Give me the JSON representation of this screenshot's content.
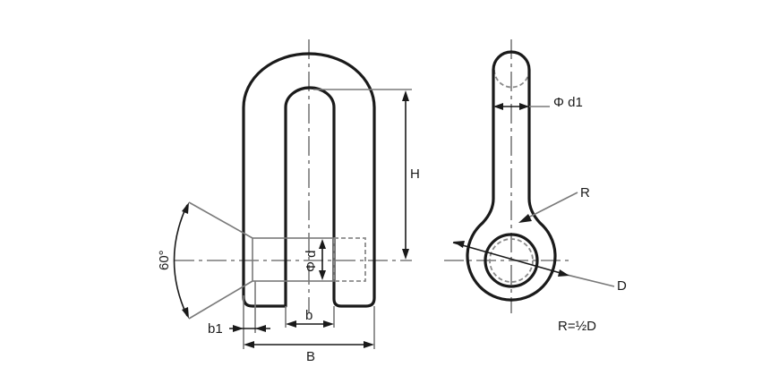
{
  "labels": {
    "H": "H",
    "phi_d": "Φ d",
    "phi_d1": "Φ d1",
    "b": "b",
    "b1": "b1",
    "B": "B",
    "angle": "60°",
    "R": "R",
    "D": "D",
    "formula": "R=½D"
  }
}
